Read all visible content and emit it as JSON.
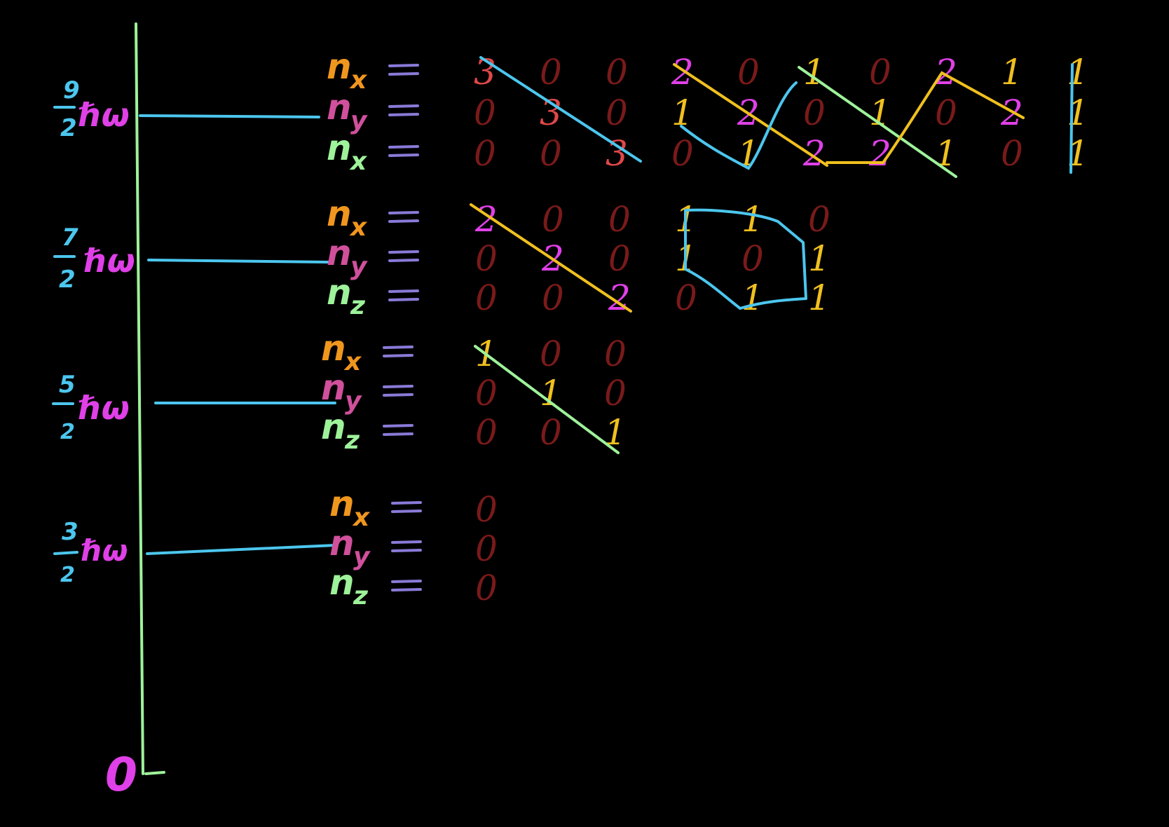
{
  "colors": {
    "background": "#000000",
    "axis": "#9ef29a",
    "level_line": "#4cc6ee",
    "fraction": "#4cc6ee",
    "hbar_omega": "#e040e8",
    "n_x": "#f0961e",
    "n_y": "#d0509c",
    "n_z": "#9ef29a",
    "equals": "#8a7ad8",
    "digit": "#7a1a1a",
    "digit_red": "#e04848",
    "highlight_yellow": "#f0c01e",
    "highlight_magenta": "#e040e8",
    "path_blue": "#4cc6ee",
    "path_green": "#9ef29a"
  },
  "axis": {
    "origin_label": "0"
  },
  "levels": [
    {
      "numerator": "9",
      "denominator": "2",
      "hbar_omega": "ℏω",
      "labels": [
        "nx",
        "ny",
        "nx"
      ],
      "matrix": [
        [
          "3",
          "0",
          "0",
          "2",
          "0",
          "1",
          "0",
          "2",
          "1",
          "1"
        ],
        [
          "0",
          "3",
          "0",
          "1",
          "2",
          "0",
          "1",
          "0",
          "2",
          "1"
        ],
        [
          "0",
          "0",
          "3",
          "0",
          "1",
          "2",
          "2",
          "1",
          "0",
          "1"
        ]
      ]
    },
    {
      "numerator": "7",
      "denominator": "2",
      "hbar_omega": "ℏω",
      "labels": [
        "nx",
        "ny",
        "nz"
      ],
      "matrix": [
        [
          "2",
          "0",
          "0",
          "1",
          "1",
          "0"
        ],
        [
          "0",
          "2",
          "0",
          "1",
          "0",
          "1"
        ],
        [
          "0",
          "0",
          "2",
          "0",
          "1",
          "1"
        ]
      ]
    },
    {
      "numerator": "5",
      "denominator": "2",
      "hbar_omega": "ℏω",
      "labels": [
        "nx",
        "ny",
        "nz"
      ],
      "matrix": [
        [
          "1",
          "0",
          "0"
        ],
        [
          "0",
          "1",
          "0"
        ],
        [
          "0",
          "0",
          "1"
        ]
      ]
    },
    {
      "numerator": "3",
      "denominator": "2",
      "hbar_omega": "ℏω",
      "labels": [
        "nx",
        "ny",
        "nz"
      ],
      "matrix": [
        [
          "0"
        ],
        [
          "0"
        ],
        [
          "0"
        ]
      ]
    }
  ]
}
